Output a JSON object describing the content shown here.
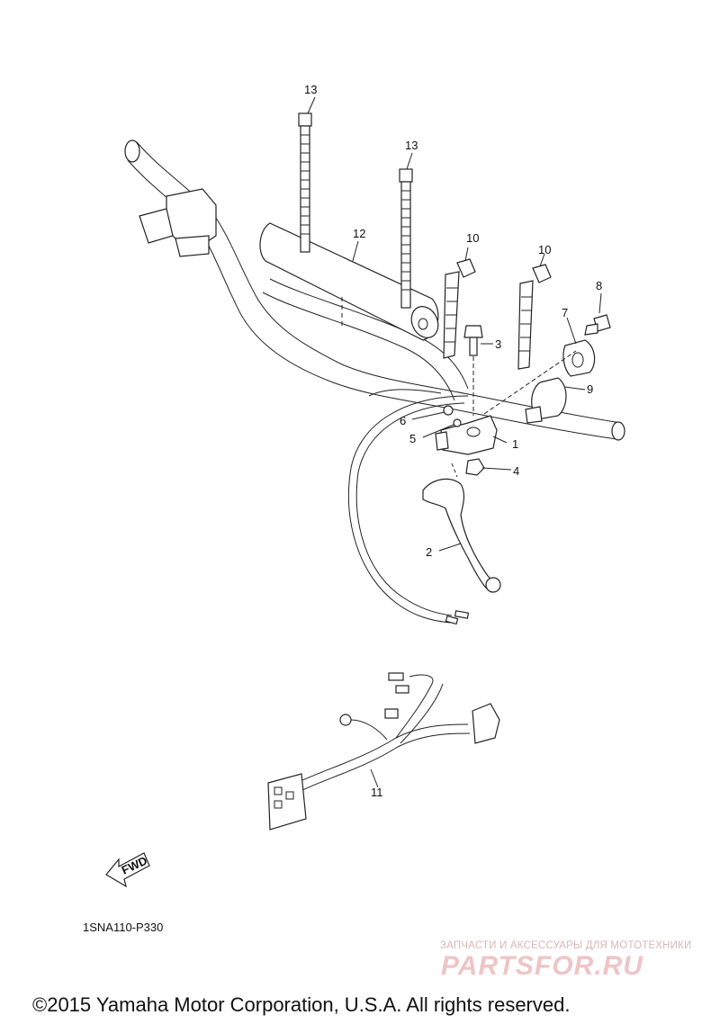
{
  "callouts": {
    "c1": "1",
    "c2": "2",
    "c3": "3",
    "c4": "4",
    "c5": "5",
    "c6": "6",
    "c7": "7",
    "c8": "8",
    "c9": "9",
    "c10a": "10",
    "c10b": "10",
    "c11": "11",
    "c12": "12",
    "c13a": "13",
    "c13b": "13"
  },
  "fwd_label": "FWD",
  "diagram_code": "1SNA110-P330",
  "watermark": {
    "small": "ЗАПЧАСТИ И АКСЕССУАРЫ ДЛЯ МОТОТЕХНИКИ",
    "big": "PARTSFOR.RU"
  },
  "copyright": "©2015 Yamaha Motor Corporation, U.S.A. All rights reserved."
}
